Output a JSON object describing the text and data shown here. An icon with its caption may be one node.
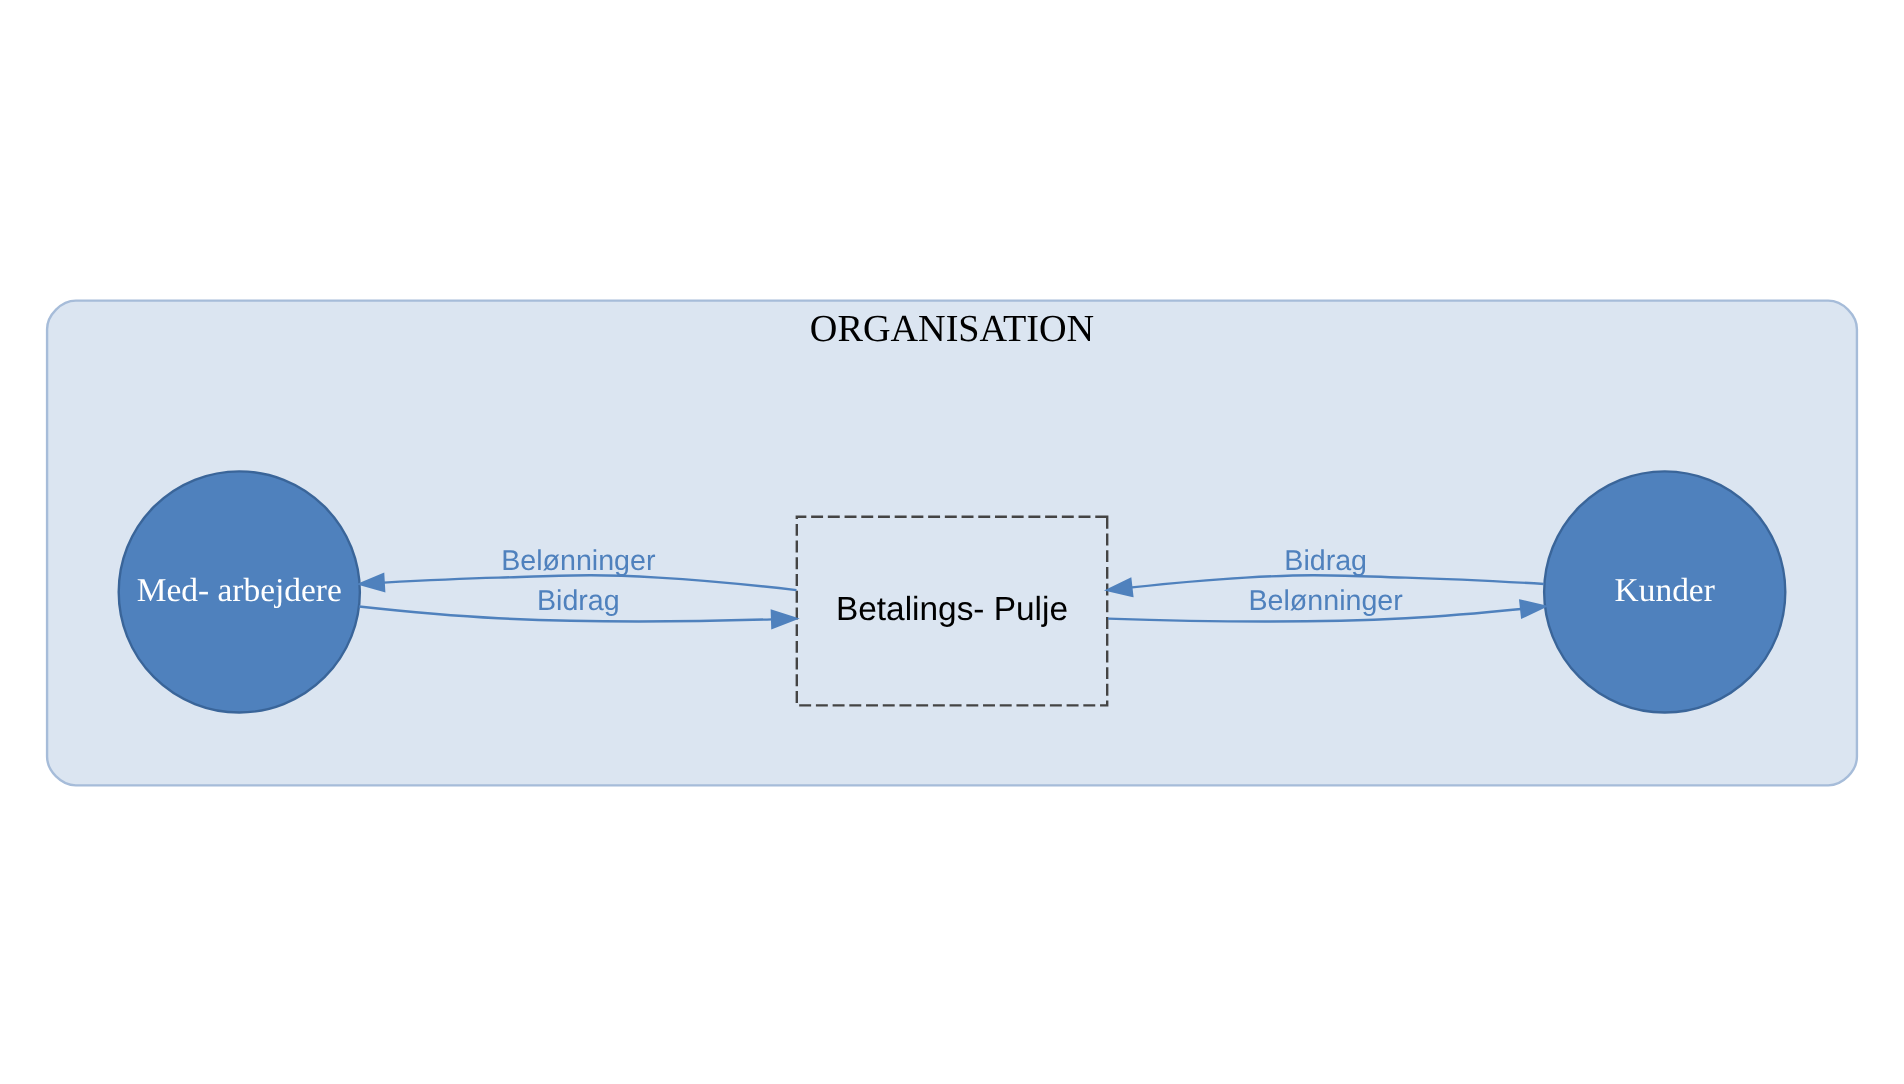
{
  "diagram": {
    "nodes": [
      {
        "text": [
          "ORGANISATION"
        ]
      },
      {
        "text": [
          "Med- arbejdere"
        ],
        "in": 0
      },
      {
        "text": [
          "Betalings- Pulje"
        ],
        "in": 0
      },
      {
        "text": [
          "Kunder"
        ],
        "in": 0
      }
    ],
    "edges": [
      {
        "from": 1,
        "to": 2,
        "arrow": "to",
        "label": "Bidrag"
      },
      {
        "from": 2,
        "to": 1,
        "arrow": "to",
        "label": "Belønninger"
      },
      {
        "from": 3,
        "to": 2,
        "arrow": "to",
        "label": "Bidrag"
      },
      {
        "from": 2,
        "to": 3,
        "arrow": "to",
        "label": "Belønninger"
      }
    ]
  }
}
